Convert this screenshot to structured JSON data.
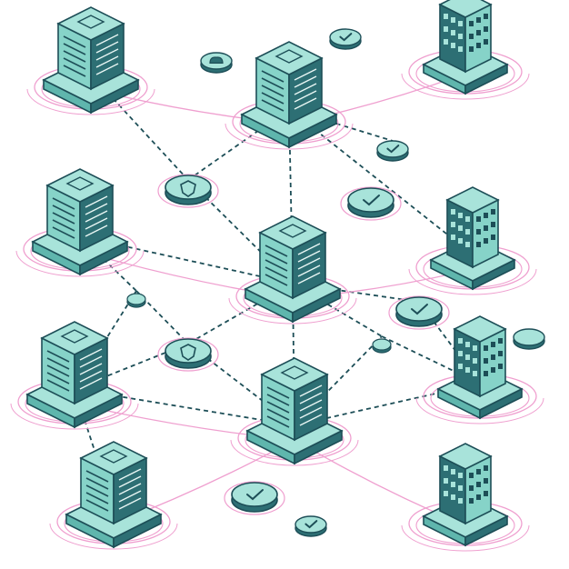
{
  "colors": {
    "background": "#ffffff",
    "teal_top": "#a8e3da",
    "teal_light": "#86d3c8",
    "teal_mid": "#5fb6ad",
    "teal_dark": "#2d6f74",
    "outline": "#1d4e57",
    "window": "#e9f7f4",
    "pink": "#ef9fcf",
    "dash": "#1d4e57"
  },
  "nodes": [
    {
      "id": "server-top-left",
      "kind": "server",
      "icon": "server-rack-icon"
    },
    {
      "id": "server-top-center",
      "kind": "server",
      "icon": "server-rack-icon"
    },
    {
      "id": "server-top-right",
      "kind": "building",
      "icon": "office-building-icon"
    },
    {
      "id": "server-mid-left",
      "kind": "server",
      "icon": "server-rack-icon"
    },
    {
      "id": "server-center",
      "kind": "server",
      "icon": "server-rack-icon"
    },
    {
      "id": "server-mid-right",
      "kind": "building",
      "icon": "office-building-icon"
    },
    {
      "id": "server-lower-left",
      "kind": "server",
      "icon": "server-rack-icon"
    },
    {
      "id": "server-lower-center",
      "kind": "server",
      "icon": "server-rack-icon"
    },
    {
      "id": "server-lower-right",
      "kind": "building",
      "icon": "office-building-icon"
    },
    {
      "id": "server-bottom-left",
      "kind": "server",
      "icon": "server-rack-icon"
    },
    {
      "id": "server-bottom-right",
      "kind": "building",
      "icon": "office-building-icon"
    }
  ],
  "hubs": [
    {
      "id": "hub-shield-upper",
      "icon": "shield-icon"
    },
    {
      "id": "hub-shield-lower",
      "icon": "shield-icon"
    },
    {
      "id": "hub-check-1",
      "icon": "check-icon"
    },
    {
      "id": "hub-check-2",
      "icon": "check-icon"
    },
    {
      "id": "hub-check-3",
      "icon": "check-icon"
    },
    {
      "id": "hub-check-4",
      "icon": "check-icon"
    },
    {
      "id": "hub-check-5",
      "icon": "check-icon"
    },
    {
      "id": "hub-check-6",
      "icon": "check-icon"
    },
    {
      "id": "hub-cloud",
      "icon": "cloud-icon"
    },
    {
      "id": "hub-dot-right",
      "icon": "dot-icon"
    },
    {
      "id": "hub-small-left",
      "icon": "dot-icon"
    },
    {
      "id": "hub-small-right",
      "icon": "dot-icon"
    }
  ],
  "links": [
    [
      "server-top-left",
      "hub-shield-upper"
    ],
    [
      "hub-shield-upper",
      "server-top-center"
    ],
    [
      "server-top-center",
      "server-center"
    ],
    [
      "server-top-center",
      "server-mid-right"
    ],
    [
      "server-top-center",
      "hub-check-1"
    ],
    [
      "hub-shield-upper",
      "server-center"
    ],
    [
      "server-mid-left",
      "server-center"
    ],
    [
      "server-mid-left",
      "hub-small-left"
    ],
    [
      "hub-small-left",
      "hub-shield-lower"
    ],
    [
      "hub-small-left",
      "server-lower-left"
    ],
    [
      "server-center",
      "hub-shield-lower"
    ],
    [
      "server-center",
      "server-lower-center"
    ],
    [
      "server-center",
      "hub-small-right"
    ],
    [
      "hub-small-right",
      "server-lower-right"
    ],
    [
      "hub-check-4",
      "server-lower-right"
    ],
    [
      "server-center",
      "hub-check-4"
    ],
    [
      "hub-shield-lower",
      "server-lower-left"
    ],
    [
      "hub-shield-lower",
      "server-lower-center"
    ],
    [
      "server-lower-left",
      "server-lower-center"
    ],
    [
      "server-lower-center",
      "server-lower-right"
    ],
    [
      "server-lower-center",
      "hub-small-right"
    ],
    [
      "server-lower-left",
      "server-bottom-left"
    ]
  ]
}
